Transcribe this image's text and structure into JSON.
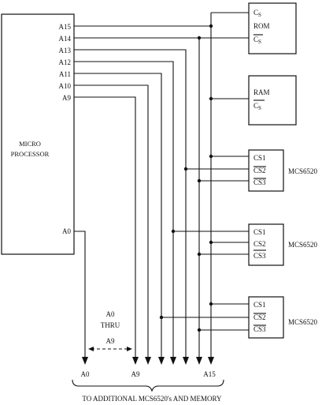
{
  "processor": {
    "title_line1": "MICRO",
    "title_line2": "PROCESSOR",
    "pins": [
      "A15",
      "A14",
      "A13",
      "A12",
      "A11",
      "A10",
      "A9"
    ],
    "a0_pin": "A0"
  },
  "rom": {
    "cs_top": "C",
    "cs_top_sub": "S",
    "label": "ROM",
    "cs_bottom": "C",
    "cs_bottom_sub": "S"
  },
  "ram": {
    "label": "RAM",
    "cs": "C",
    "cs_sub": "S"
  },
  "mcs_chips": [
    {
      "pins": [
        "CS1",
        "CS2",
        "CS3"
      ],
      "label": "MCS6520"
    },
    {
      "pins": [
        "CS1",
        "CS2",
        "CS3"
      ],
      "label": "MCS6520"
    },
    {
      "pins": [
        "CS1",
        "CS2",
        "CS3"
      ],
      "label": "MCS6520"
    }
  ],
  "bus": {
    "range_label_top": "A0",
    "range_label_mid": "THRU",
    "range_label_bottom": "A9",
    "left_label": "A0",
    "mid_label": "A9",
    "right_label": "A15",
    "footer": "TO ADDITIONAL MCS6520's AND MEMORY"
  }
}
